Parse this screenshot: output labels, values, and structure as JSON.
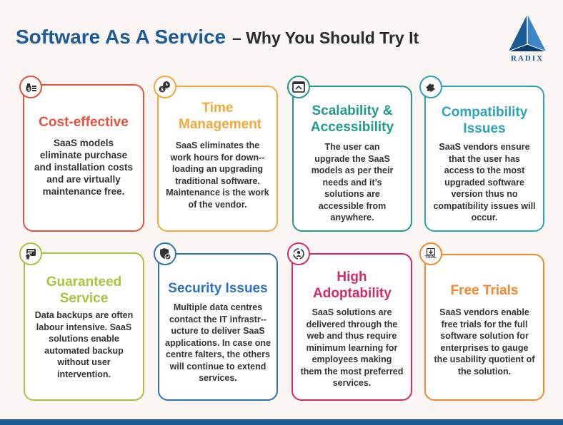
{
  "header": {
    "title_main": "Software As A Service",
    "title_sub": "– Why You Should Try It",
    "logo_text": "RADIX"
  },
  "cards": [
    {
      "title": "Cost-effective",
      "text": "SaaS models eliminate purchase and installation costs and are virtually maintenance free.",
      "color": "#e3533f",
      "icon": "money-bag-icon"
    },
    {
      "title": "Time Management",
      "text": "SaaS eliminates the work hours for down--loading an upgrading traditional software. Maintenance is the work of the vendor.",
      "color": "#f2a93b",
      "icon": "time-money-icon"
    },
    {
      "title": "Scalability & Accessibility",
      "text": "The user can upgrade the SaaS models as per their needs and it’s solutions are accessible from anywhere.",
      "color": "#229a8a",
      "icon": "expand-window-icon"
    },
    {
      "title": "Compatibility Issues",
      "text": "SaaS vendors ensure that the user has access to the most upgraded software version thus no compatibility issues will occur.",
      "color": "#2ba3b8",
      "icon": "puzzle-icon"
    },
    {
      "title": "Guaranteed Service",
      "text": "Data backups are often labour intensive. SaaS solutions enable automated backup without user intervention.",
      "color": "#a9c23f",
      "icon": "certificate-icon"
    },
    {
      "title": "Security Issues",
      "text": "Multiple data centres contact the IT infrastr--ucture to deliver SaaS applications. In case one centre falters, the others will continue to extend services.",
      "color": "#2e74b5",
      "icon": "shield-check-icon"
    },
    {
      "title": "High Adoptability",
      "text": "SaaS solutions are delivered through the web and thus require minimum learning for employees making them the most preferred services.",
      "color": "#d12a6a",
      "icon": "user-cycle-icon"
    },
    {
      "title": "Free Trials",
      "text": "SaaS vendors enable free trials for the full software solution for enterprises to gauge the usability quotient of the solution.",
      "color": "#f0892f",
      "icon": "trial-download-icon",
      "icon_label": "TRIAL"
    }
  ]
}
